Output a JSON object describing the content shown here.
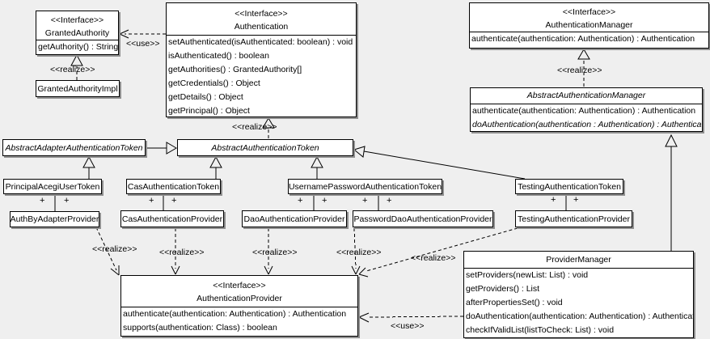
{
  "diagram": {
    "background": "#efefef",
    "labels": {
      "use": "<<use>>",
      "realize": "<<realize>>",
      "plus": "+"
    },
    "classes": {
      "granted_authority": {
        "stereotype": "<<Interface>>",
        "name": "GrantedAuthority",
        "methods": [
          "getAuthority() : String"
        ]
      },
      "granted_authority_impl": {
        "name": "GrantedAuthorityImpl"
      },
      "authentication": {
        "stereotype": "<<Interface>>",
        "name": "Authentication",
        "methods": [
          "setAuthenticated(isAuthenticated: boolean) : void",
          "isAuthenticated() : boolean",
          "getAuthorities() : GrantedAuthority[]",
          "getCredentials() : Object",
          "getDetails() : Object",
          "getPrincipal() : Object"
        ]
      },
      "authentication_manager": {
        "stereotype": "<<Interface>>",
        "name": "AuthenticationManager",
        "methods": [
          "authenticate(authentication: Authentication) : Authentication"
        ]
      },
      "abstract_authentication_manager": {
        "name": "AbstractAuthenticationManager",
        "methods": [
          "authenticate(authentication: Authentication) : Authentication",
          "doAuthentication(authentication : Authentication) : Authentication"
        ]
      },
      "abstract_adapter_authentication_token": {
        "name": "AbstractAdapterAuthenticationToken"
      },
      "abstract_authentication_token": {
        "name": "AbstractAuthenticationToken"
      },
      "principal_acegi_user_token": {
        "name": "PrincipalAcegiUserToken"
      },
      "cas_authentication_token": {
        "name": "CasAuthenticationToken"
      },
      "username_password_authentication_token": {
        "name": "UsernamePasswordAuthenticationToken"
      },
      "testing_authentication_token": {
        "name": "TestingAuthenticationToken"
      },
      "auth_by_adapter_provider": {
        "name": "AuthByAdapterProvider"
      },
      "cas_authentication_provider": {
        "name": "CasAuthenticationProvider"
      },
      "dao_authentication_provider": {
        "name": "DaoAuthenticationProvider"
      },
      "password_dao_authentication_provider": {
        "name": "PasswordDaoAuthenticationProvider"
      },
      "testing_authentication_provider": {
        "name": "TestingAuthenticationProvider"
      },
      "authentication_provider": {
        "stereotype": "<<Interface>>",
        "name": "AuthenticationProvider",
        "methods": [
          "authenticate(authentication: Authentication) : Authentication",
          "supports(authentication: Class) : boolean"
        ]
      },
      "provider_manager": {
        "name": "ProviderManager",
        "methods": [
          "setProviders(newList: List) : void",
          "getProviders() : List",
          "afterPropertiesSet() : void",
          "doAuthentication(authentication: Authentication) : Authentication",
          "checkIfValidList(listToCheck: List) : void"
        ]
      }
    }
  }
}
